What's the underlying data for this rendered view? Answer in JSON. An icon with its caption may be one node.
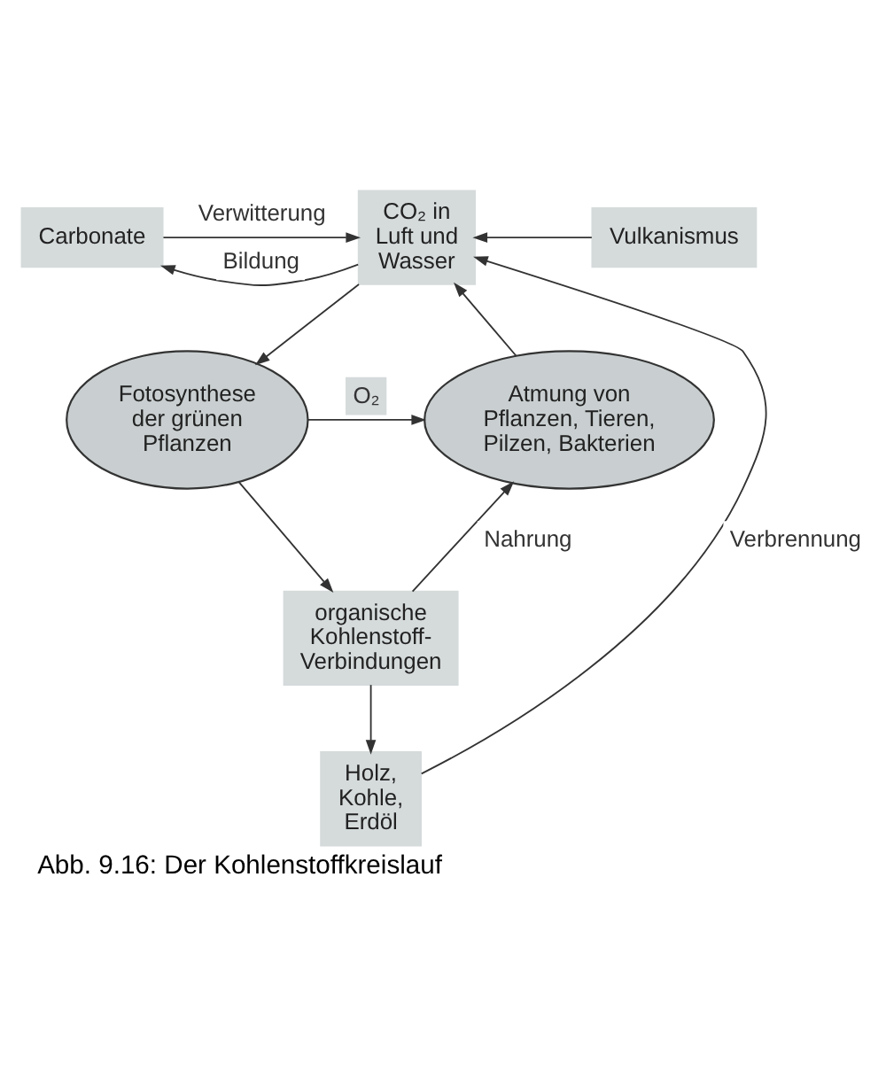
{
  "diagram": {
    "caption": "Abb. 9.16: Der Kohlenstoffkreislauf",
    "nodes": [
      {
        "text": [
          "CO₂ in Luft und Wasser"
        ]
      },
      {
        "text": [
          "Carbonate"
        ]
      },
      {
        "text": [
          "Vulkanismus"
        ]
      },
      {
        "text": [
          "Fotosynthese der grünen Pflanzen"
        ]
      },
      {
        "text": [
          "Atmung von Pflanzen, Tieren, Pilzen, Bakterien"
        ]
      },
      {
        "text": [
          "organische Kohlenstoff-Verbindungen"
        ]
      },
      {
        "text": [
          "Holz, Kohle, Erdöl"
        ]
      }
    ],
    "edges": [
      {
        "from": 0,
        "to": 1,
        "arrow": "to",
        "label": "Bildung"
      },
      {
        "from": 1,
        "to": 0,
        "arrow": "to",
        "label": "Verwitterung"
      },
      {
        "from": 2,
        "to": 0,
        "arrow": "to"
      },
      {
        "from": 0,
        "to": 3,
        "arrow": "to"
      },
      {
        "from": 4,
        "to": 0,
        "arrow": "to"
      },
      {
        "from": 3,
        "to": 4,
        "arrow": "to",
        "label": "O₂"
      },
      {
        "from": 3,
        "to": 5,
        "arrow": "to"
      },
      {
        "from": 5,
        "to": 4,
        "arrow": "to",
        "label": "Nahrung"
      },
      {
        "from": 5,
        "to": 6,
        "arrow": "to"
      },
      {
        "from": 6,
        "to": 0,
        "arrow": "to",
        "label": "Verbrennung"
      }
    ]
  }
}
